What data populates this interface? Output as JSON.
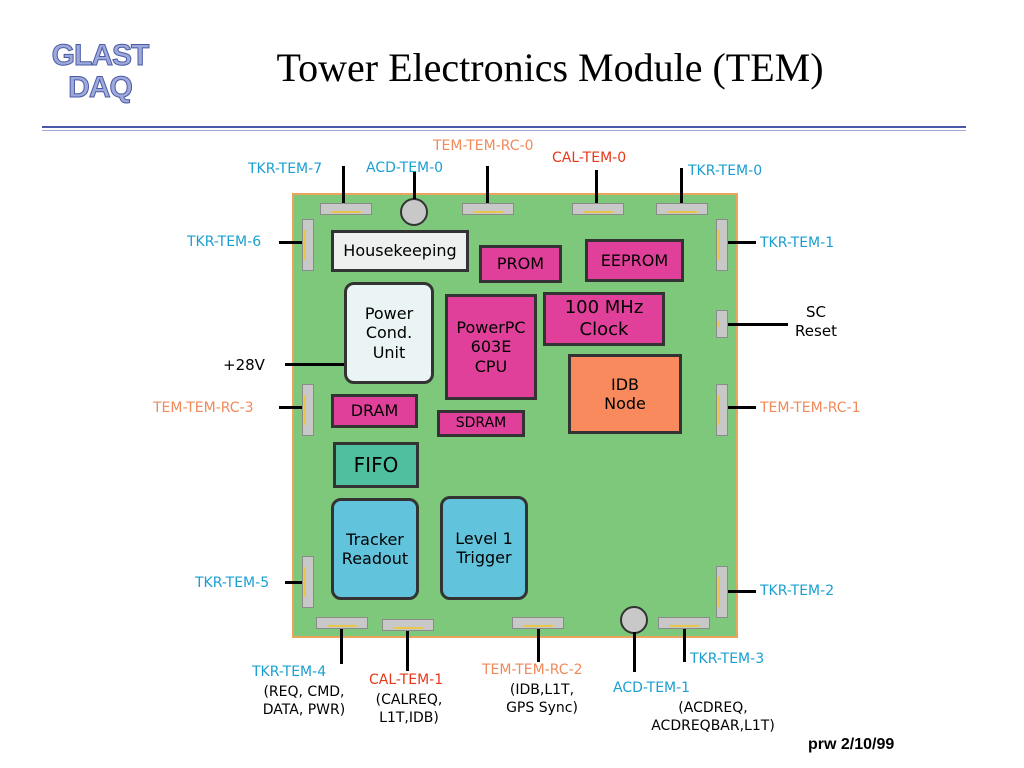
{
  "header": {
    "logo_line1": "GLAST",
    "logo_line2": "DAQ",
    "title": "Tower Electronics Module (TEM)"
  },
  "colors": {
    "board": "#7dc87a",
    "board_border": "#e9a55c",
    "tkr_label": "#1a9fd0",
    "cal_label": "#e8381a",
    "rc_label": "#f08a5a",
    "pink_block": "#e0409a"
  },
  "blocks": {
    "housekeeping": "Housekeeping",
    "prom": "PROM",
    "eeprom": "EEPROM",
    "power_cond_unit": "Power\nCond.\nUnit",
    "powerpc": "PowerPC\n603E\nCPU",
    "clock": "100 MHz\nClock",
    "idb_node": "IDB\nNode",
    "dram": "DRAM",
    "sdram": "SDRAM",
    "fifo": "FIFO",
    "tracker_readout": "Tracker\nReadout",
    "level1_trigger": "Level 1\nTrigger"
  },
  "labels": {
    "tkr_tem_7": "TKR-TEM-7",
    "acd_tem_0": "ACD-TEM-0",
    "tem_tem_rc_0": "TEM-TEM-RC-0",
    "cal_tem_0": "CAL-TEM-0",
    "tkr_tem_0": "TKR-TEM-0",
    "tkr_tem_6": "TKR-TEM-6",
    "tkr_tem_1": "TKR-TEM-1",
    "sc_reset": "SC\nReset",
    "plus_28v": "+28V",
    "tem_tem_rc_3": "TEM-TEM-RC-3",
    "tem_tem_rc_1": "TEM-TEM-RC-1",
    "tkr_tem_5": "TKR-TEM-5",
    "tkr_tem_2": "TKR-TEM-2",
    "tkr_tem_4": "TKR-TEM-4",
    "tkr_tem_4_sub": "(REQ, CMD,\nDATA, PWR)",
    "cal_tem_1": "CAL-TEM-1",
    "cal_tem_1_sub": "(CALREQ,\nL1T,IDB)",
    "tem_tem_rc_2": "TEM-TEM-RC-2",
    "tem_tem_rc_2_sub": "(IDB,L1T,\nGPS Sync)",
    "acd_tem_1": "ACD-TEM-1",
    "acd_tem_1_sub": "(ACDREQ,\nACDREQBAR,L1T)",
    "tkr_tem_3": "TKR-TEM-3"
  },
  "footer": "prw 2/10/99"
}
